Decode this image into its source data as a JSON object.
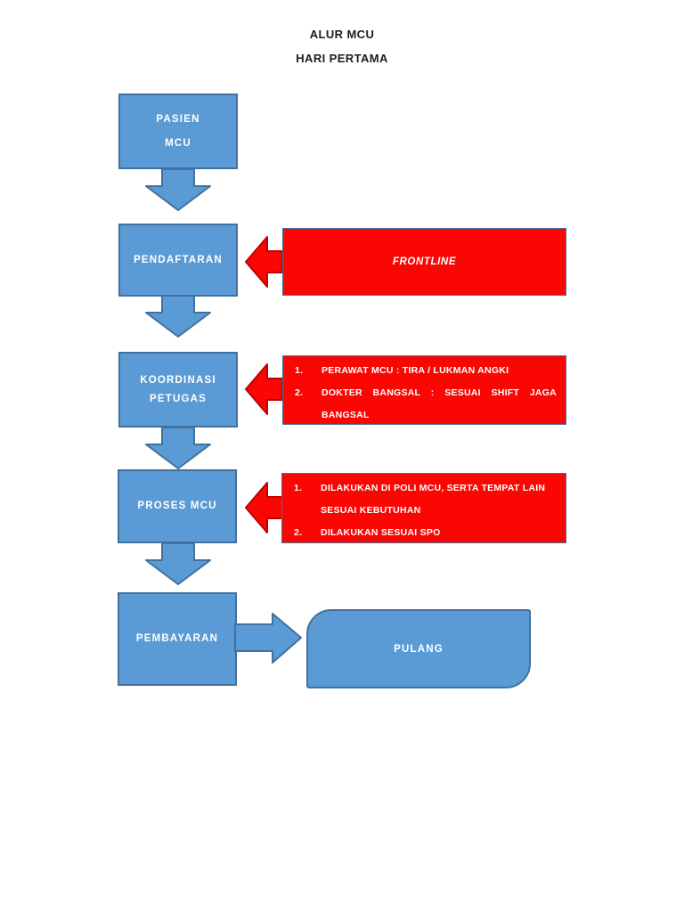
{
  "header": {
    "title_line1": "ALUR MCU",
    "title_line2": "HARI PERTAMA"
  },
  "colors": {
    "blue_fill": "#5B9BD5",
    "blue_border": "#41719C",
    "red_fill": "#FA0703",
    "red_border": "#C00000",
    "box_text": "#FFFFFF",
    "title_text": "#1C1C1C"
  },
  "flow": {
    "steps": [
      {
        "id": "pasien-mcu",
        "lines": [
          "PASIEN",
          "MCU"
        ]
      },
      {
        "id": "pendaftaran",
        "lines": [
          "PENDAFTARAN"
        ]
      },
      {
        "id": "koordinasi-petugas",
        "lines": [
          "KOORDINASI",
          "PETUGAS"
        ]
      },
      {
        "id": "proses-mcu",
        "lines": [
          "PROSES MCU"
        ]
      },
      {
        "id": "pembayaran",
        "lines": [
          "PEMBAYARAN"
        ]
      }
    ],
    "end_label": "PULANG"
  },
  "annotations": {
    "frontline": {
      "text": "FRONTLINE"
    },
    "koordinasi": {
      "items": [
        {
          "num": "1.",
          "lines": [
            "PERAWAT MCU : TIRA / LUKMAN ANGKI"
          ]
        },
        {
          "num": "2.",
          "lines": [
            "DOKTER BANGSAL : SESUAI SHIFT JAGA",
            "BANGSAL"
          ]
        }
      ]
    },
    "proses": {
      "items": [
        {
          "num": "1.",
          "lines": [
            "DILAKUKAN DI POLI MCU, SERTA TEMPAT LAIN",
            "SESUAI KEBUTUHAN"
          ]
        },
        {
          "num": "2.",
          "lines": [
            "DILAKUKAN SESUAI SPO"
          ]
        }
      ]
    }
  }
}
